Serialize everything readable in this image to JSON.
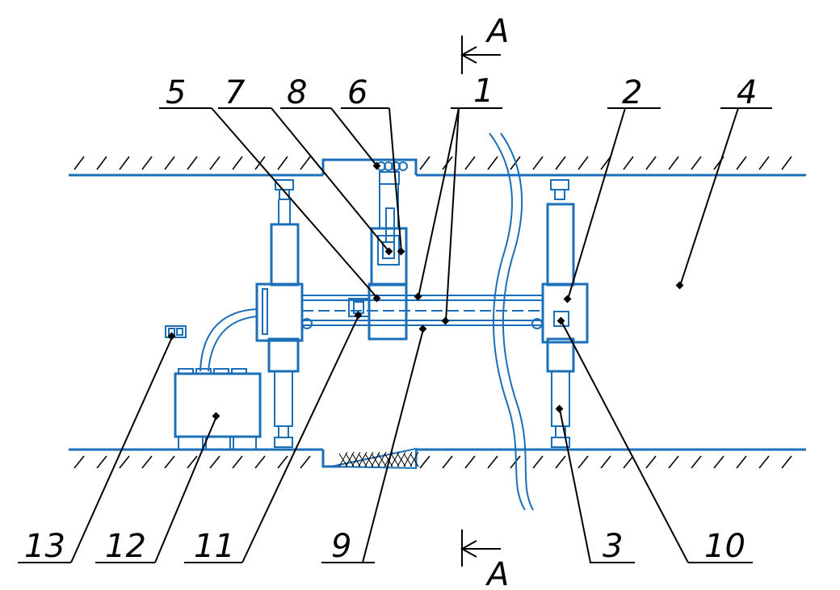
{
  "labels": {
    "l1": "1",
    "l2": "2",
    "l3": "3",
    "l4": "4",
    "l5": "5",
    "l6": "6",
    "l7": "7",
    "l8": "8",
    "l9": "9",
    "l10": "10",
    "l11": "11",
    "l12": "12",
    "l13": "13"
  },
  "section": {
    "top": "A",
    "bottom": "A"
  },
  "colors": {
    "structure": "#1a6fb8",
    "annotation": "#000000"
  }
}
